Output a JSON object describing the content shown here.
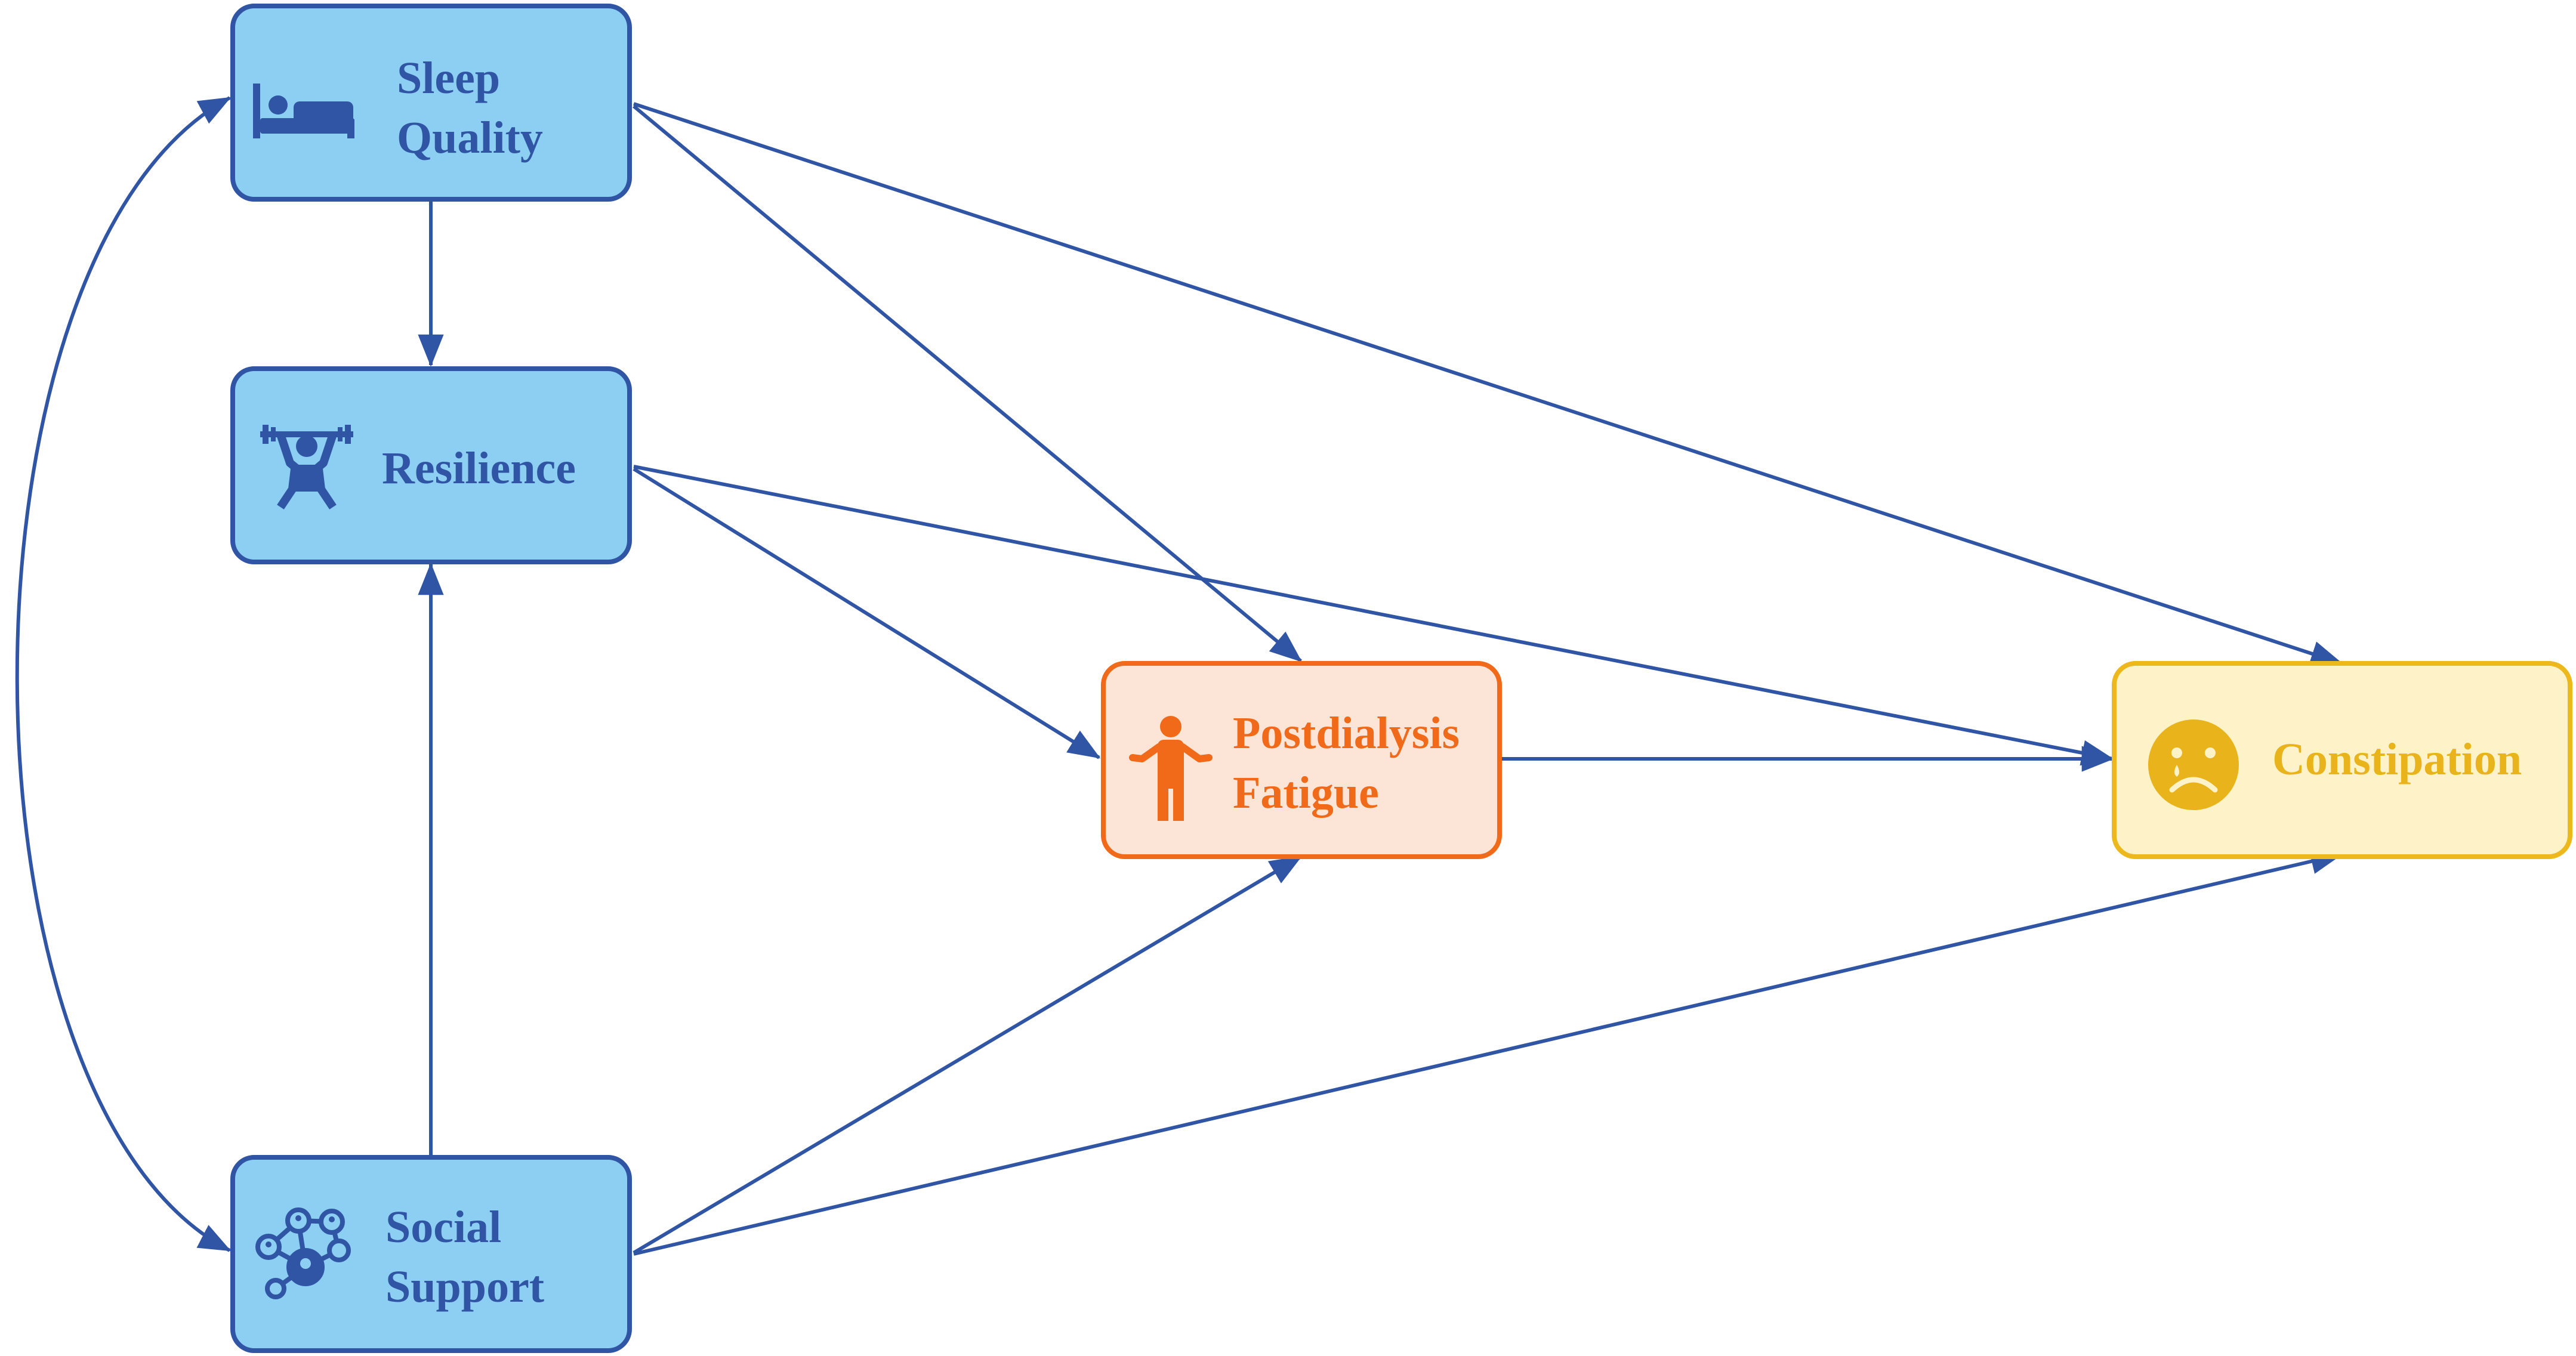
{
  "nodes": {
    "sleep_quality": {
      "line1": "Sleep",
      "line2": "Quality",
      "icon": "bed-icon"
    },
    "resilience": {
      "label": "Resilience",
      "icon": "weightlifting-icon"
    },
    "social_support": {
      "line1": "Social",
      "line2": "Support",
      "icon": "network-people-icon"
    },
    "fatigue": {
      "line1": "Postdialysis",
      "line2": "Fatigue",
      "icon": "shrugging-person-icon"
    },
    "constipation": {
      "label": "Constipation",
      "icon": "sad-face-icon"
    }
  },
  "edges": [
    {
      "from": "Sleep Quality",
      "to": "Resilience"
    },
    {
      "from": "Social Support",
      "to": "Resilience"
    },
    {
      "from": "Sleep Quality",
      "to": "Postdialysis Fatigue"
    },
    {
      "from": "Resilience",
      "to": "Postdialysis Fatigue"
    },
    {
      "from": "Social Support",
      "to": "Postdialysis Fatigue"
    },
    {
      "from": "Sleep Quality",
      "to": "Constipation"
    },
    {
      "from": "Resilience",
      "to": "Constipation"
    },
    {
      "from": "Postdialysis Fatigue",
      "to": "Constipation"
    },
    {
      "from": "Social Support",
      "to": "Constipation"
    },
    {
      "from": "Sleep Quality",
      "to": "Social Support",
      "bidirectional": true
    }
  ],
  "colors": {
    "blue_fill": "#8dcff2",
    "blue_stroke": "#2f55a4",
    "orange_fill": "#fce4d6",
    "orange_stroke": "#f06a1a",
    "yellow_fill": "#fdf2c8",
    "yellow_stroke": "#edb81c"
  }
}
